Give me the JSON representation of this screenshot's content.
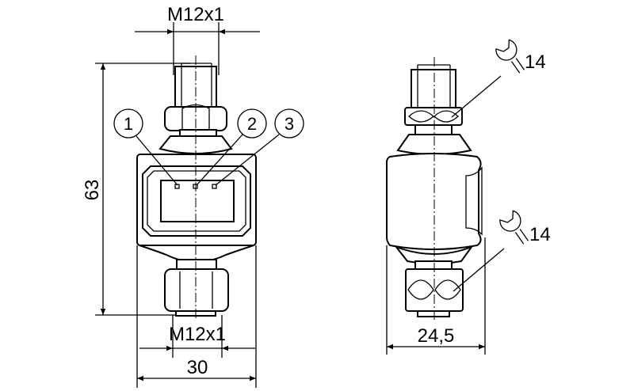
{
  "front_view": {
    "thread_top_label": "M12x1",
    "thread_bottom_label": "M12x1",
    "height_label": "63",
    "width_label": "30",
    "callouts": [
      "1",
      "2",
      "3"
    ]
  },
  "side_view": {
    "width_label": "24,5",
    "wrench_top_label": "14",
    "wrench_bottom_label": "14"
  }
}
